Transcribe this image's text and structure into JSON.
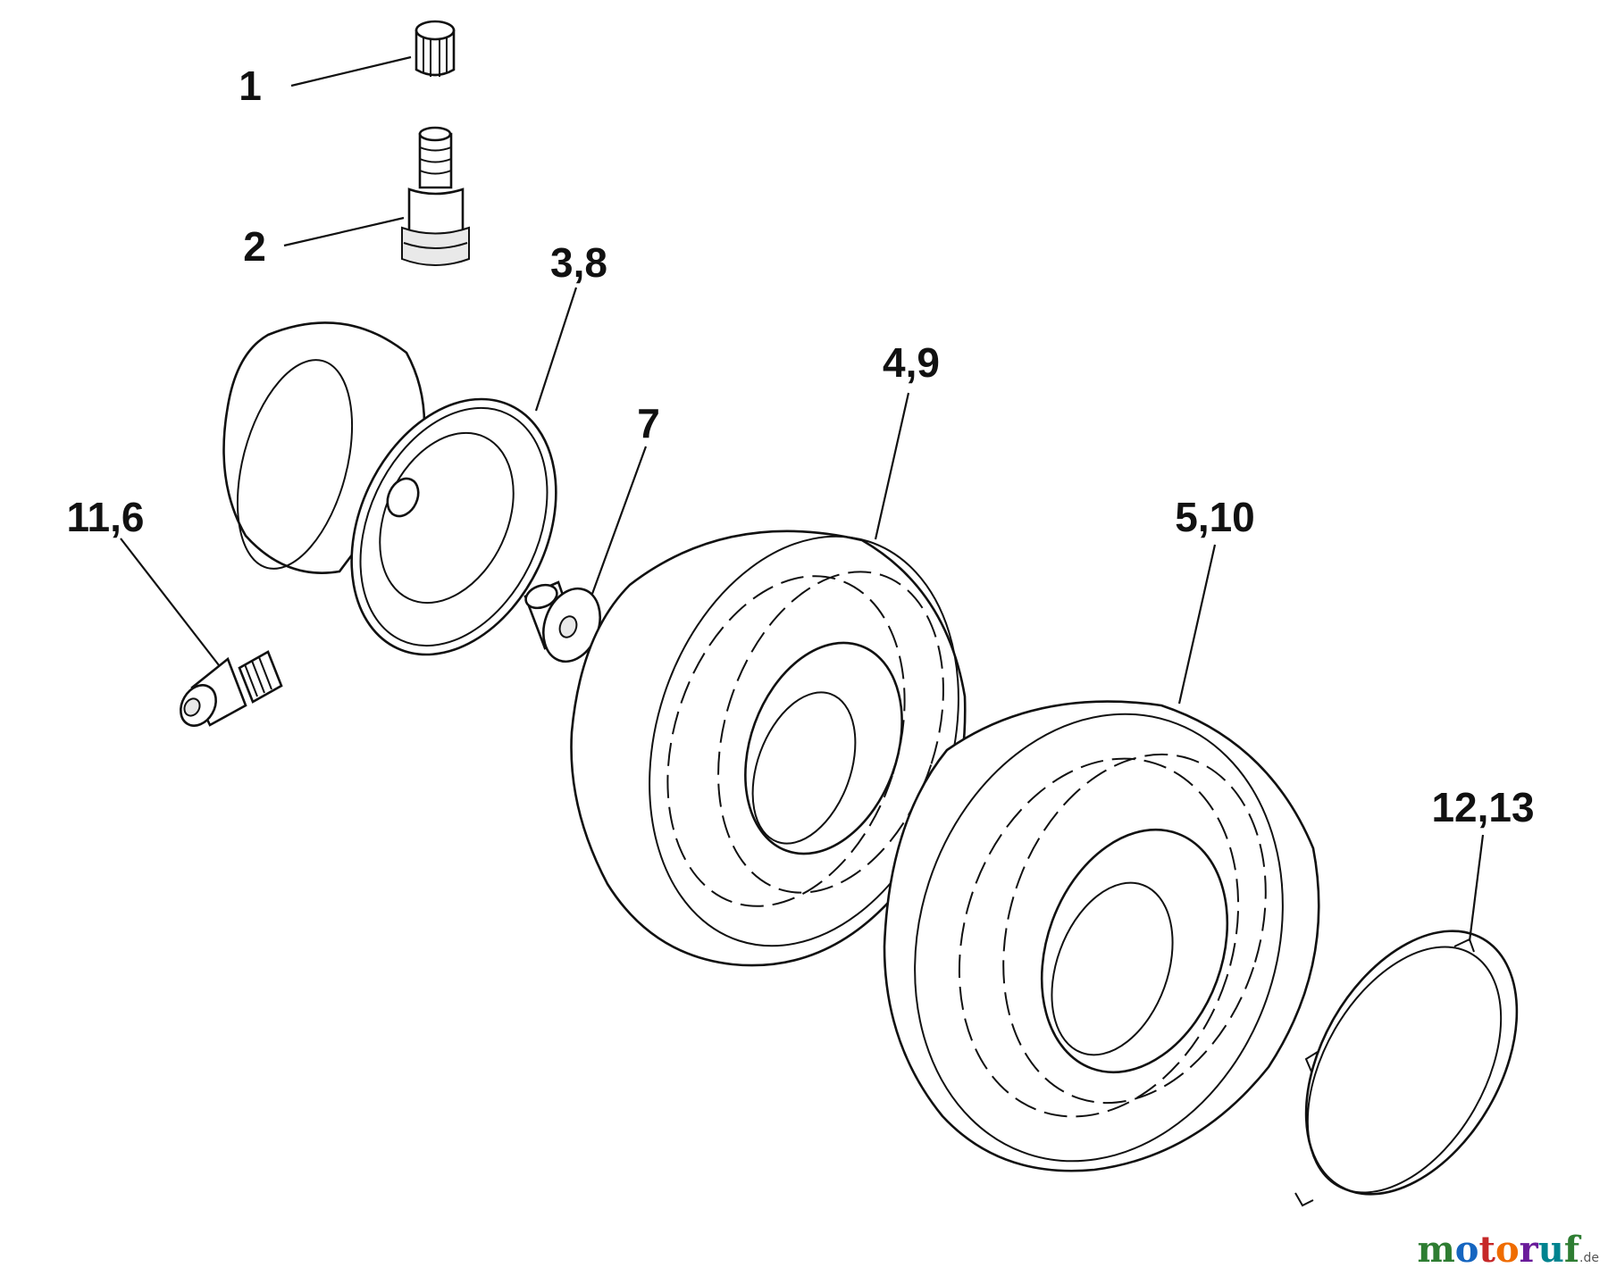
{
  "diagram": {
    "callouts": [
      {
        "id": "c1",
        "label": "1"
      },
      {
        "id": "c2",
        "label": "2"
      },
      {
        "id": "c38",
        "label": "3,8"
      },
      {
        "id": "c49",
        "label": "4,9"
      },
      {
        "id": "c7",
        "label": "7"
      },
      {
        "id": "c116",
        "label": "11,6"
      },
      {
        "id": "c510",
        "label": "5,10"
      },
      {
        "id": "c1213",
        "label": "12,13"
      }
    ]
  },
  "watermark": {
    "letters": [
      "m",
      "o",
      "t",
      "o",
      "r",
      "u",
      "f"
    ],
    "suffix": ".de",
    "colors": [
      "#2e7d32",
      "#1565c0",
      "#c62828",
      "#ef6c00",
      "#6a1b9a",
      "#00838f",
      "#2e7d32"
    ]
  }
}
